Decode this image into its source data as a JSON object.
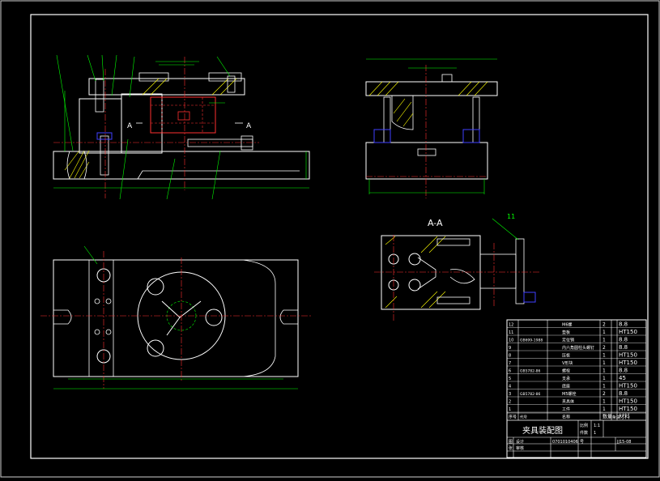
{
  "section_label": "A-A",
  "cut_left": "A",
  "cut_right": "A",
  "cut_arrow": "←",
  "callout_11": "11",
  "bom_rows": [
    {
      "no": "12",
      "std": "",
      "name": "M6螺",
      "qty": "2",
      "mat": "8.8"
    },
    {
      "no": "11",
      "std": "",
      "name": "垫板",
      "qty": "1",
      "mat": "HT150"
    },
    {
      "no": "10",
      "std": "GB699-1988",
      "name": "定位销",
      "qty": "1",
      "mat": "8.8"
    },
    {
      "no": "9",
      "std": "",
      "name": "内六角圆柱头螺钉",
      "qty": "2",
      "mat": "8.8"
    },
    {
      "no": "8",
      "std": "",
      "name": "压板",
      "qty": "1",
      "mat": "HT150"
    },
    {
      "no": "7",
      "std": "",
      "name": "V形块",
      "qty": "1",
      "mat": "HT150"
    },
    {
      "no": "6",
      "std": "GB5782-86",
      "name": "螺栓",
      "qty": "1",
      "mat": "8.8"
    },
    {
      "no": "5",
      "std": "",
      "name": "支承",
      "qty": "1",
      "mat": "45"
    },
    {
      "no": "4",
      "std": "",
      "name": "底座",
      "qty": "1",
      "mat": "HT150"
    },
    {
      "no": "3",
      "std": "GB5782-86",
      "name": "M5螺栓",
      "qty": "2",
      "mat": "8.8"
    },
    {
      "no": "2",
      "std": "",
      "name": "夹具体",
      "qty": "1",
      "mat": "HT150"
    },
    {
      "no": "1",
      "std": "",
      "name": "工件",
      "qty": "1",
      "mat": "HT150"
    }
  ],
  "bom_header": {
    "no": "序号",
    "std": "代号",
    "name": "名称",
    "qty": "数量",
    "note": "备注",
    "mat": "材料"
  },
  "title": "夹具装配图",
  "scale_label": "比例",
  "scale_value": "1:1",
  "sheet_label": "件数",
  "sheet_value": "1",
  "drawing_no": "0701010406",
  "drawing_code": "JJ15-08",
  "tb_label_design": "设计",
  "tb_label_check": "审核",
  "tb_label_a": "图",
  "tb_label_b": "号",
  "tb_label_c": "张"
}
